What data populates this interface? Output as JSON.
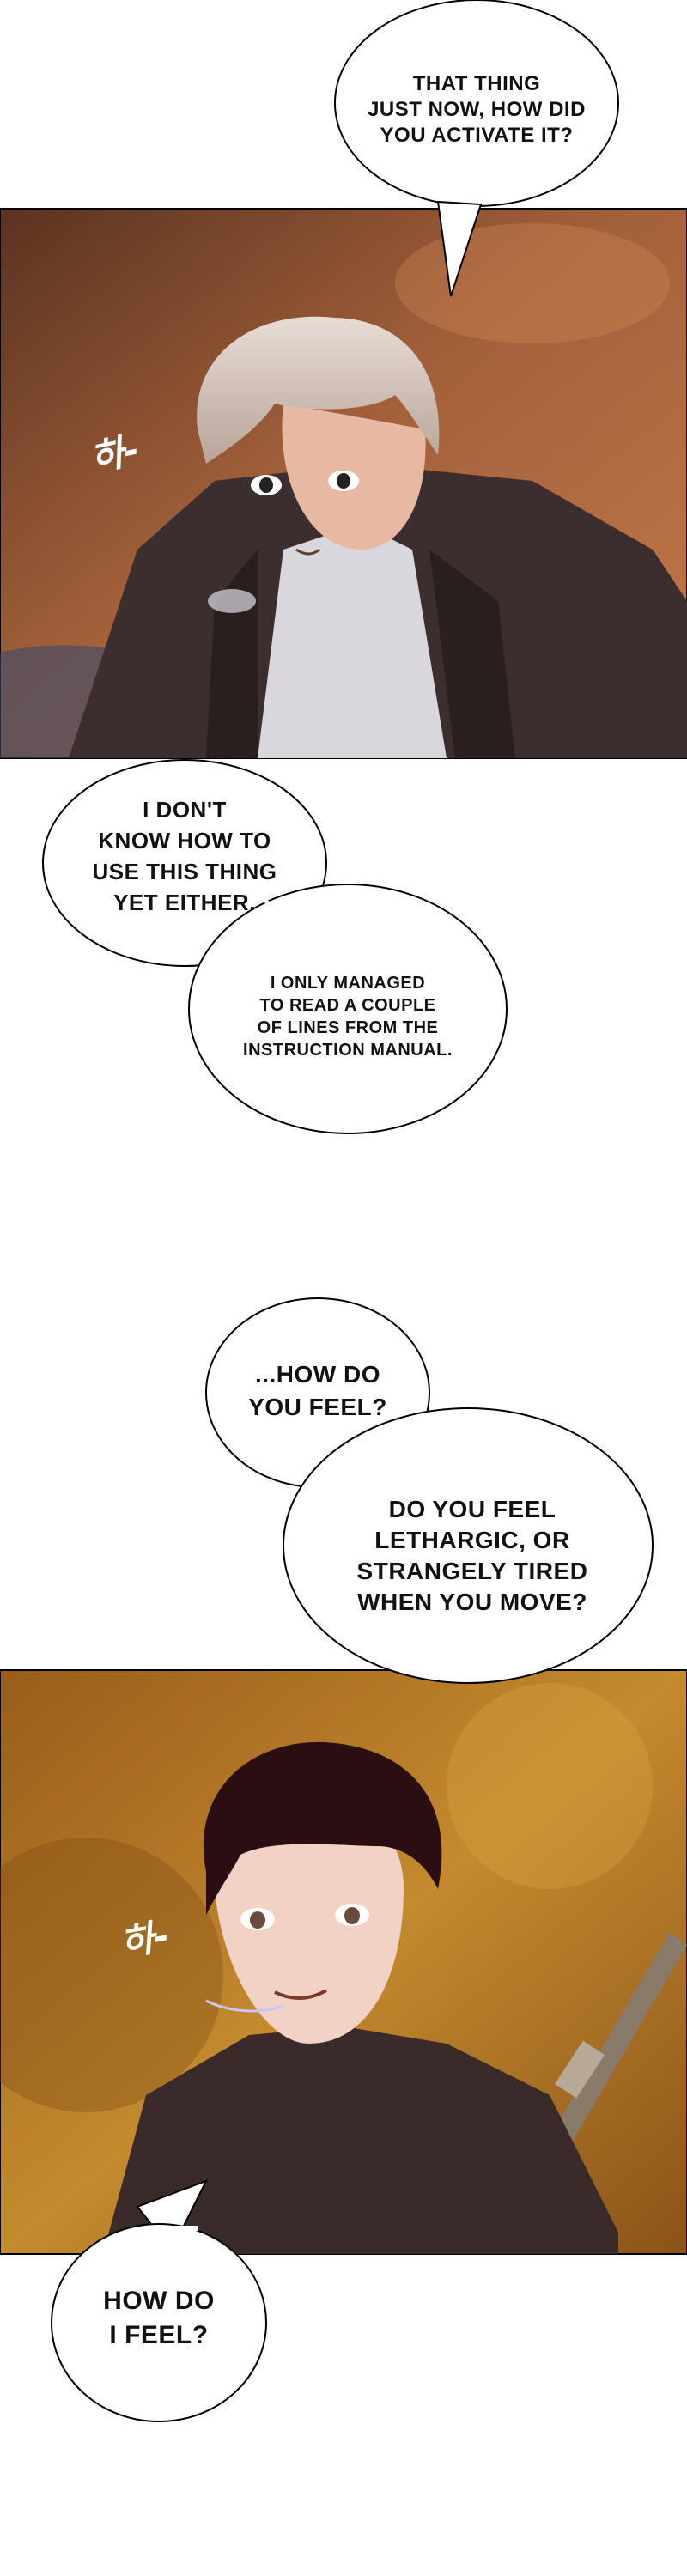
{
  "dialogue": {
    "bubble1": "THAT THING\nJUST NOW, HOW DID\nYOU ACTIVATE IT?",
    "bubble2": "I DON'T\nKNOW HOW TO\nUSE THIS THING\nYET EITHER.",
    "bubble3": "I ONLY MANAGED\nTO READ A COUPLE\nOF LINES FROM THE\nINSTRUCTION MANUAL.",
    "bubble4": "...HOW DO\nYOU FEEL?",
    "bubble5": "DO YOU FEEL\nLETHARGIC, OR\nSTRANGELY TIRED\nWHEN YOU MOVE?",
    "bubble6": "HOW DO\nI FEEL?"
  },
  "sfx": {
    "panel1": "하-",
    "panel2": "하-"
  },
  "colors": {
    "panel1_bg": "#7a4a2c",
    "panel2_bg": "#b8762a",
    "ink": "#111111"
  }
}
